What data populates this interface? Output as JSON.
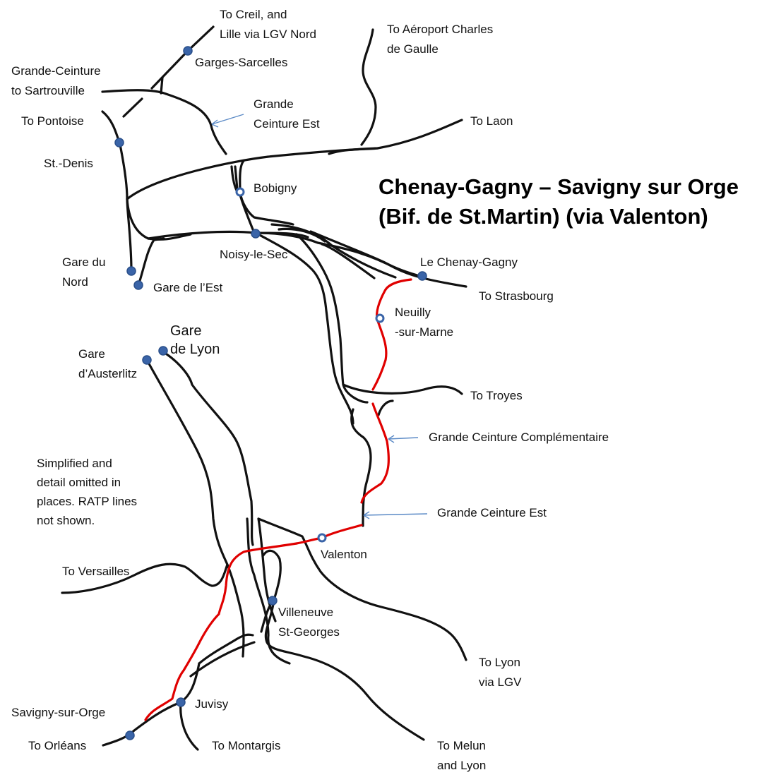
{
  "title": {
    "line1": "Chenay-Gagny – Savigny sur Orge",
    "line2": "(Bif. de St.Martin) (via Valenton)"
  },
  "note": "Simplified and\ndetail omitted in\nplaces. RATP lines\nnot shown.",
  "labels": {
    "creil": "To Creil, and\nLille via LGV Nord",
    "garges": "Garges-Sarcelles",
    "gc_sartrouville": "Grande-Ceinture\nto Sartrouville",
    "pontoise": "To Pontoise",
    "stdenis": "St.-Denis",
    "gc_est_north": "Grande\nCeinture Est",
    "aeroport": "To Aéroport Charles\nde Gaulle",
    "laon": "To Laon",
    "bobigny": "Bobigny",
    "noisy": "Noisy-le-Sec",
    "gare_du_nord": "Gare du\nNord",
    "gare_de_lest": "Gare de l’Est",
    "chenay": "Le Chenay-Gagny",
    "strasbourg": "To Strasbourg",
    "neuilly": "Neuilly\n-sur-Marne",
    "gare_de_lyon": "Gare\nde Lyon",
    "austerlitz": "Gare\nd’Austerlitz",
    "troyes": "To Troyes",
    "gc_complementaire": "Grande Ceinture Complémentaire",
    "gc_est_south": "Grande Ceinture Est",
    "valenton": "Valenton",
    "versailles": "To Versailles",
    "villeneuve": "Villeneuve\nSt-Georges",
    "lyon_lgv": "To Lyon\nvia LGV",
    "savigny": "Savigny-sur-Orge",
    "juvisy": "Juvisy",
    "orleans": "To Orléans",
    "montargis": "To Montargis",
    "melun": "To Melun\nand Lyon"
  },
  "colors": {
    "track": "#111111",
    "route": "#e00000",
    "station": "#3a64a8",
    "arrow": "#5b8ac6"
  }
}
